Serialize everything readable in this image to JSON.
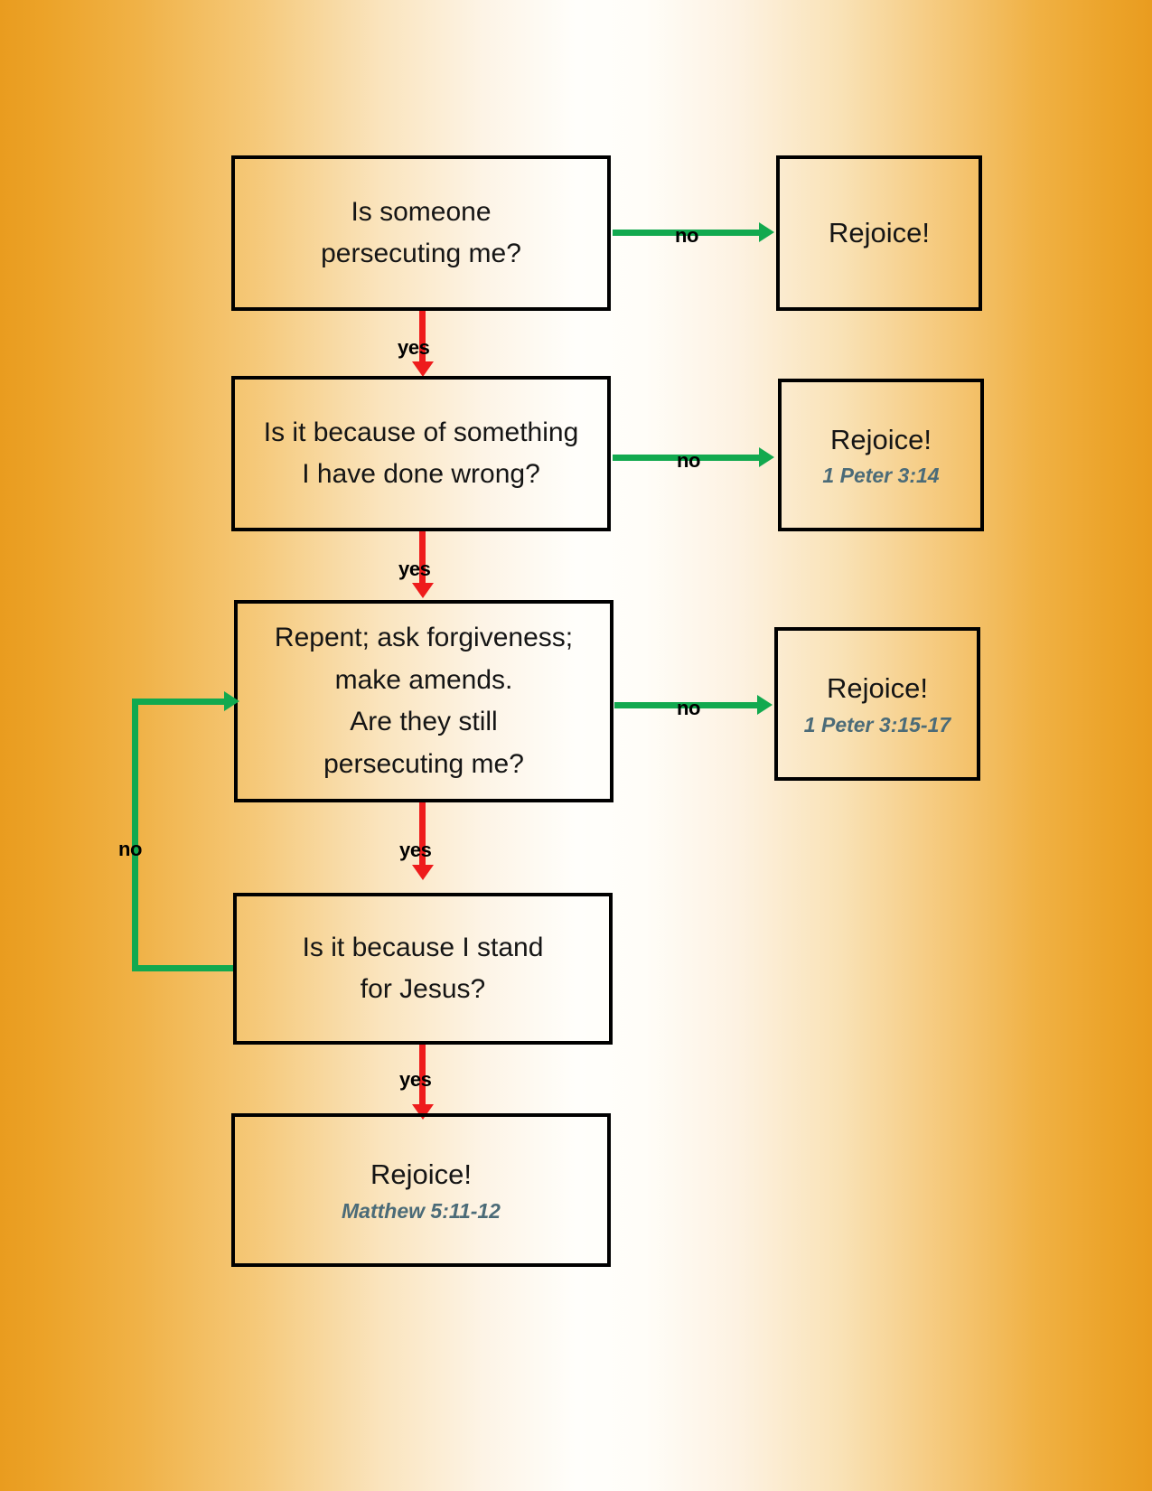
{
  "diagram": {
    "title": "Persecution decision flowchart",
    "colors": {
      "yes_arrow": "#ee1c1c",
      "no_arrow": "#12a94f",
      "box_border": "#000000",
      "reference_text": "#4b6b78",
      "background_edge": "#e99c1f",
      "background_center": "#fffefb"
    },
    "nodes": {
      "q1": {
        "line1": "Is someone",
        "line2": "persecuting me?"
      },
      "r1": {
        "heading": "Rejoice!",
        "reference": ""
      },
      "q2": {
        "line1": "Is it because of something",
        "line2": "I have done wrong?"
      },
      "r2": {
        "heading": "Rejoice!",
        "reference": "1 Peter 3:14"
      },
      "q3": {
        "line1": "Repent; ask forgiveness;",
        "line2": "make amends.",
        "line3": "Are they still",
        "line4": "persecuting me?"
      },
      "r3": {
        "heading": "Rejoice!",
        "reference": "1 Peter 3:15-17"
      },
      "q4": {
        "line1": "Is it because I stand",
        "line2": "for Jesus?"
      },
      "r4": {
        "heading": "Rejoice!",
        "reference": "Matthew 5:11-12"
      }
    },
    "labels": {
      "yes1": "yes",
      "yes2": "yes",
      "yes3": "yes",
      "yes4": "yes",
      "no1": "no",
      "no2": "no",
      "no3": "no",
      "no_loop": "no"
    }
  }
}
